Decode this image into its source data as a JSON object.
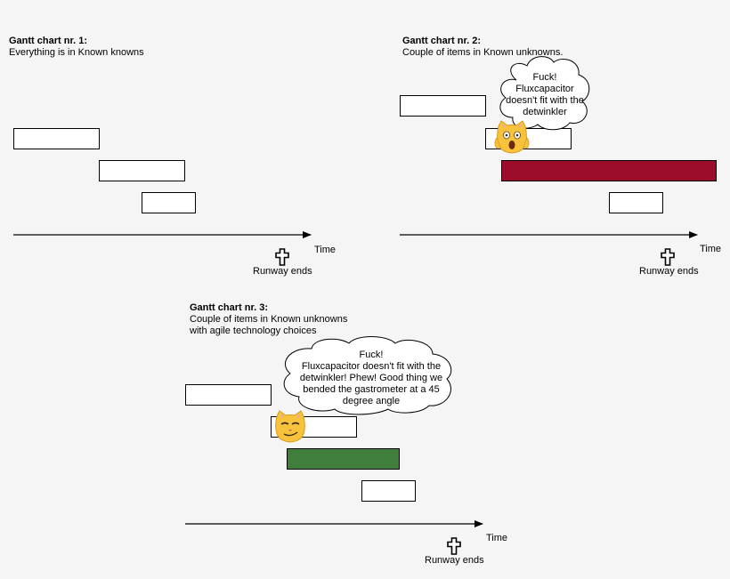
{
  "chart1": {
    "title": "Gantt chart nr. 1:",
    "subtitle": "Everything is in Known knowns",
    "time_label": "Time",
    "runway_label": "Runway ends"
  },
  "chart2": {
    "title": "Gantt chart nr. 2:",
    "subtitle": "Couple of items in Known unknowns.",
    "bubble_lines": [
      "Fuck!",
      "Fluxcapacitor",
      "doesn't fit with the",
      "detwinkler"
    ],
    "time_label": "Time",
    "runway_label": "Runway ends",
    "emoji": "screaming-cat-icon",
    "highlight_color": "#9c0d2b"
  },
  "chart3": {
    "title": "Gantt chart nr. 3:",
    "subtitle_lines": [
      "Couple of items in Known unknowns",
      "with agile technology choices"
    ],
    "bubble_lines": [
      "Fuck!",
      "Fluxcapacitor doesn't fit with the",
      "detwinkler! Phew! Good thing we",
      "bended the gastrometer at a 45",
      "degree angle"
    ],
    "time_label": "Time",
    "runway_label": "Runway ends",
    "emoji": "smirking-cat-icon",
    "highlight_color": "#3f7f3b"
  }
}
